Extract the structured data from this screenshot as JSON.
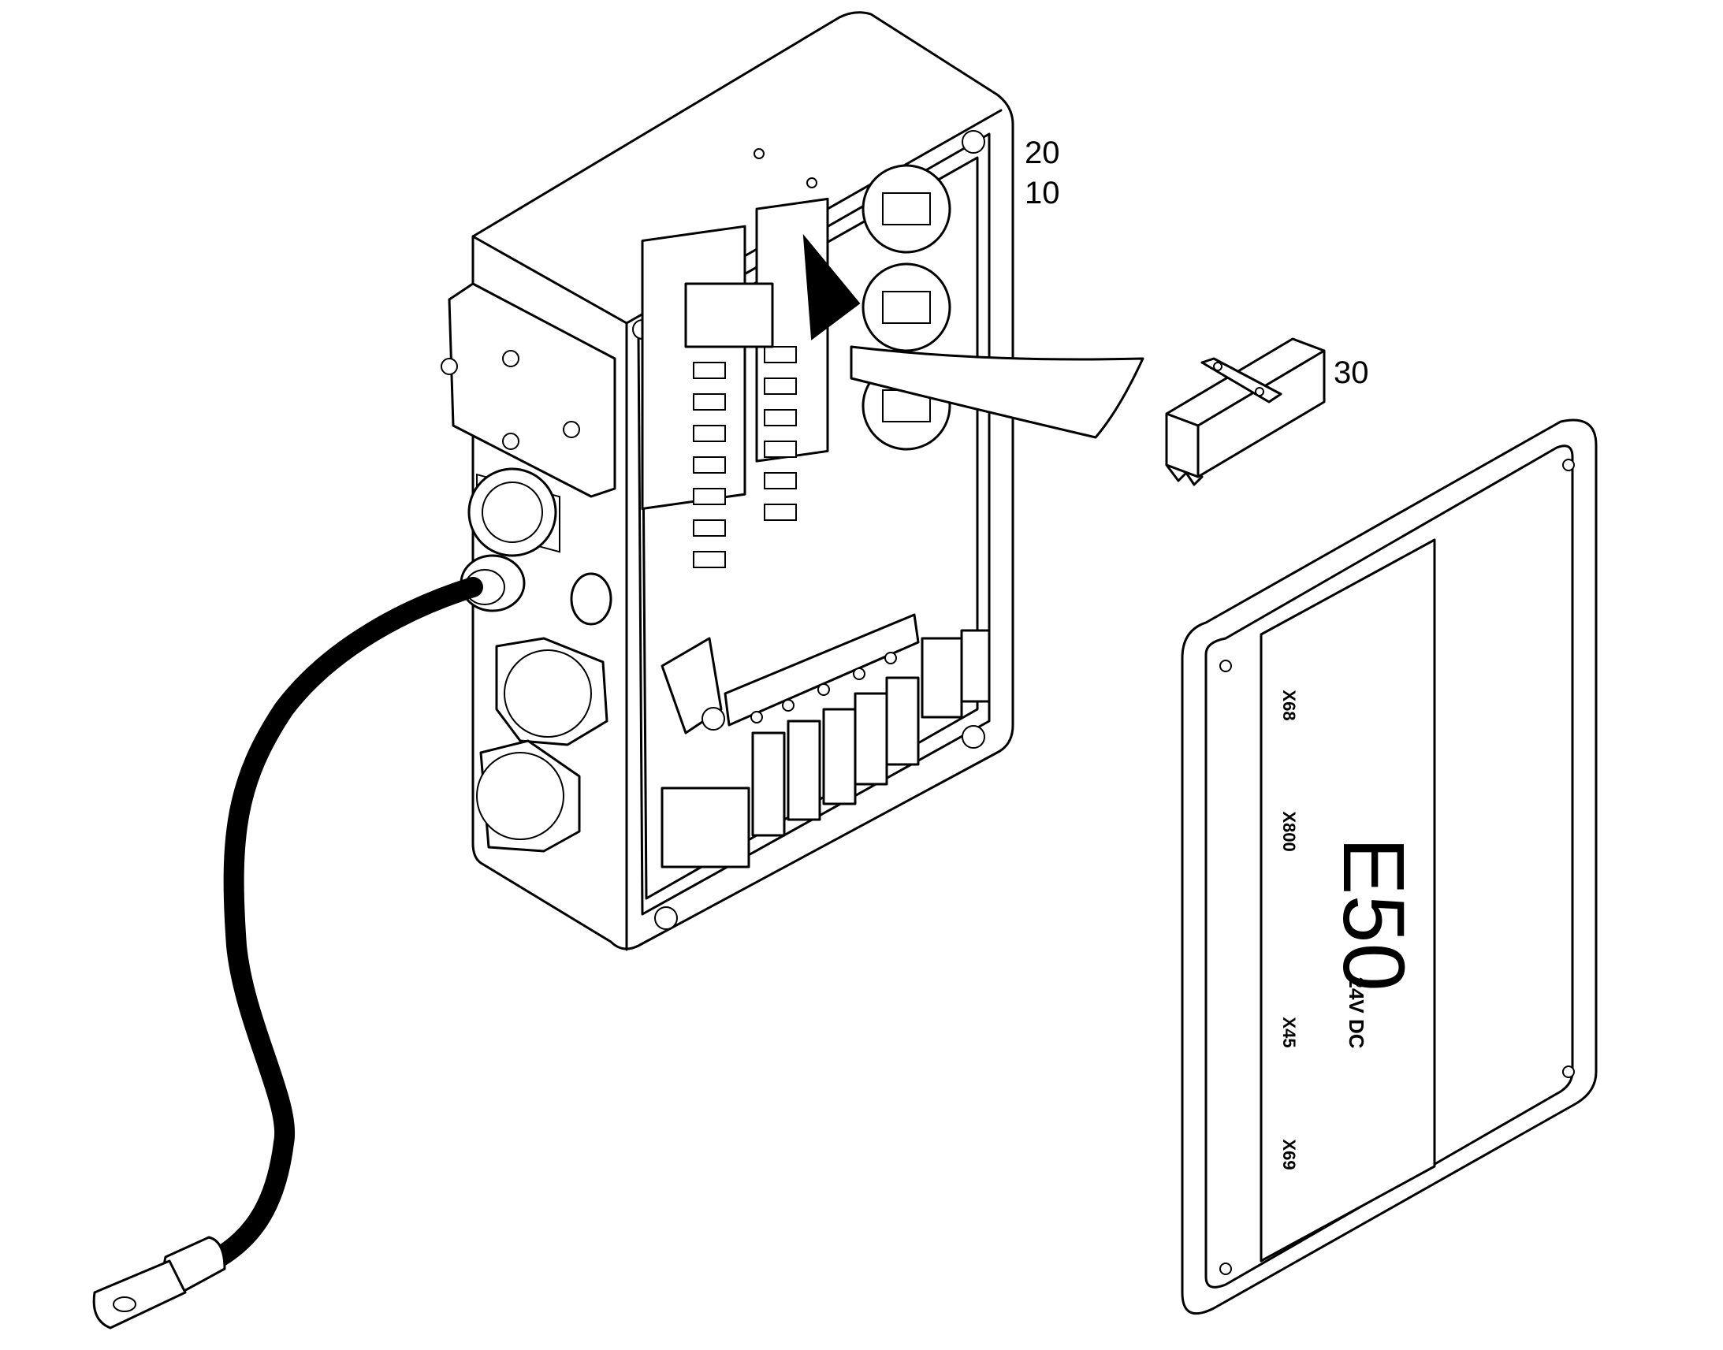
{
  "callouts": {
    "label_20": "20",
    "label_10": "10",
    "label_30": "30"
  },
  "cover_panel": {
    "main_label": "E50",
    "voltage_label": "24V DC",
    "connector_labels": [
      "X68",
      "X800",
      "X45",
      "X69"
    ]
  }
}
